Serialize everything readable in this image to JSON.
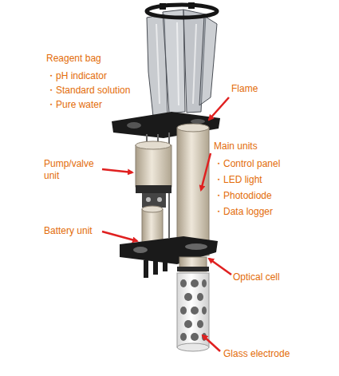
{
  "diagram": {
    "labels": [
      "Reagent bag",
      "・pH indicator",
      "・Standard solution",
      "・Pure water",
      "Flame",
      "Pump/valve unit",
      "Main units",
      "・Control panel",
      "・LED light",
      "・Photodiode",
      "・Data logger",
      "Battery unit",
      "Optical cell",
      "Glass electrode"
    ]
  }
}
